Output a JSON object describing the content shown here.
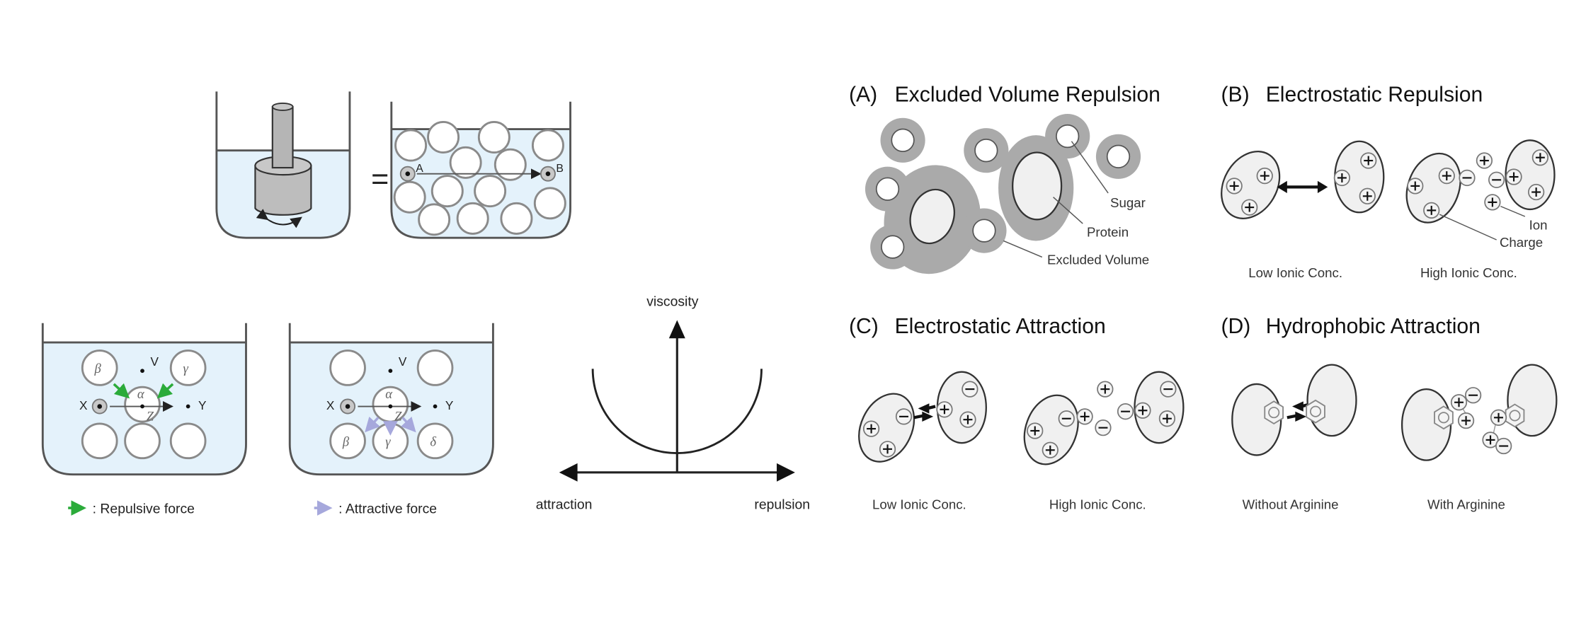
{
  "top": {
    "equals": "=",
    "point_a": "A",
    "point_b": "B"
  },
  "bottom_left": {
    "repulsive": {
      "beta": "β",
      "gamma": "γ",
      "alpha": "α",
      "v": "V",
      "x": "X",
      "y": "Y",
      "z": "Z"
    },
    "attractive": {
      "beta": "β",
      "gamma": "γ",
      "delta": "δ",
      "alpha": "α",
      "v": "V",
      "x": "X",
      "y": "Y",
      "z": "Z"
    },
    "legend": {
      "repulsive_label": ": Repulsive force",
      "attractive_label": ": Attractive force",
      "repulsive_color": "#2bab3a",
      "attractive_color": "#a6a8dc"
    }
  },
  "curve": {
    "y_label": "viscosity",
    "x_left_label": "attraction",
    "x_right_label": "repulsion"
  },
  "panels": {
    "a": {
      "letter": "(A)",
      "title": "Excluded Volume Repulsion",
      "labels": {
        "sugar": "Sugar",
        "protein": "Protein",
        "excluded": "Excluded Volume"
      }
    },
    "b": {
      "letter": "(B)",
      "title": "Electrostatic Repulsion",
      "labels": {
        "ion": "Ion",
        "charge": "Charge"
      },
      "captions": [
        "Low Ionic Conc.",
        "High Ionic Conc."
      ]
    },
    "c": {
      "letter": "(C)",
      "title": "Electrostatic Attraction",
      "captions": [
        "Low Ionic Conc.",
        "High Ionic Conc."
      ]
    },
    "d": {
      "letter": "(D)",
      "title": "Hydrophobic Attraction",
      "captions": [
        "Without Arginine",
        "With Arginine"
      ]
    }
  }
}
